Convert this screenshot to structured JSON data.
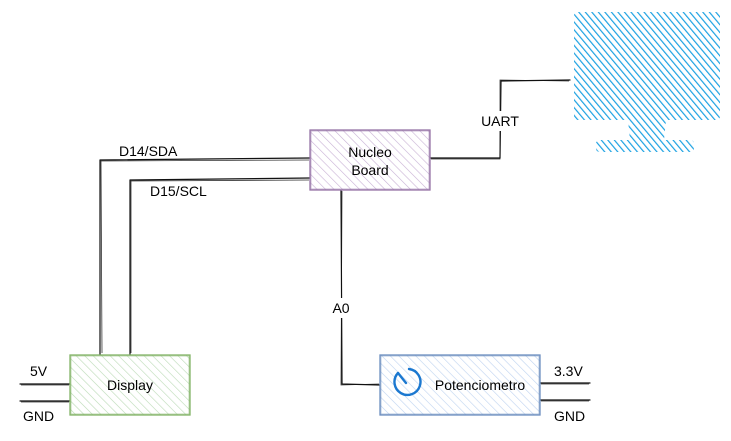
{
  "blocks": {
    "nucleo": {
      "line1": "Nucleo",
      "line2": "Board"
    },
    "display": {
      "label": "Display"
    },
    "potentiometer": {
      "label": "Potenciometro"
    }
  },
  "signals": {
    "sda": "D14/SDA",
    "scl": "D15/SCL",
    "uart": "UART",
    "analog": "A0",
    "display_power": "5V",
    "display_ground": "GND",
    "pot_power": "3.3V",
    "pot_ground": "GND"
  },
  "icons": {
    "computer": "monitor-icon",
    "potentiometer": "dial-icon"
  },
  "colors": {
    "nucleo_stroke": "#9673a6",
    "nucleo_fill": "#e1d5e7",
    "display_stroke": "#82b366",
    "display_fill": "#d5e8d4",
    "pot_stroke": "#6c8ebf",
    "pot_fill": "#dae8fc",
    "monitor": "#1ba1e2",
    "pot_icon": "#1b78d0"
  }
}
